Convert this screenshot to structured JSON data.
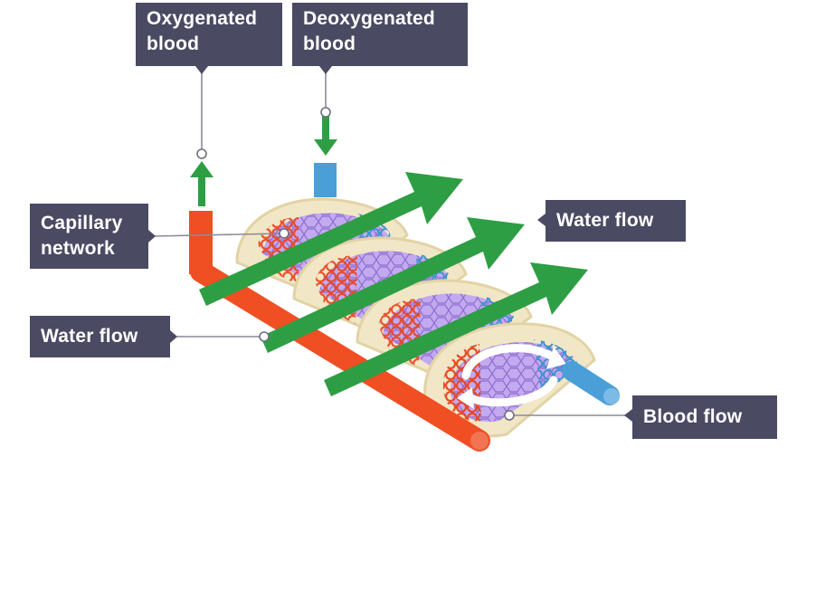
{
  "labels": {
    "oxygenated": "Oxygenated\nblood",
    "deoxygenated": "Deoxygenated\nblood",
    "capillary": "Capillary\nnetwork",
    "water_flow_right": "Water flow",
    "water_flow_left": "Water flow",
    "blood_flow": "Blood flow"
  },
  "colors": {
    "label_bg": "#4a4a63",
    "water_arrow": "#2e9e44",
    "oxygenated": "#f04e23",
    "deoxygenated": "#4a9fd8",
    "lamella": "#f1e7c6",
    "lamella_edge": "#e2d3a6",
    "capillary_purple": "#b79ae6",
    "leader_line": "#8a8a9a"
  }
}
